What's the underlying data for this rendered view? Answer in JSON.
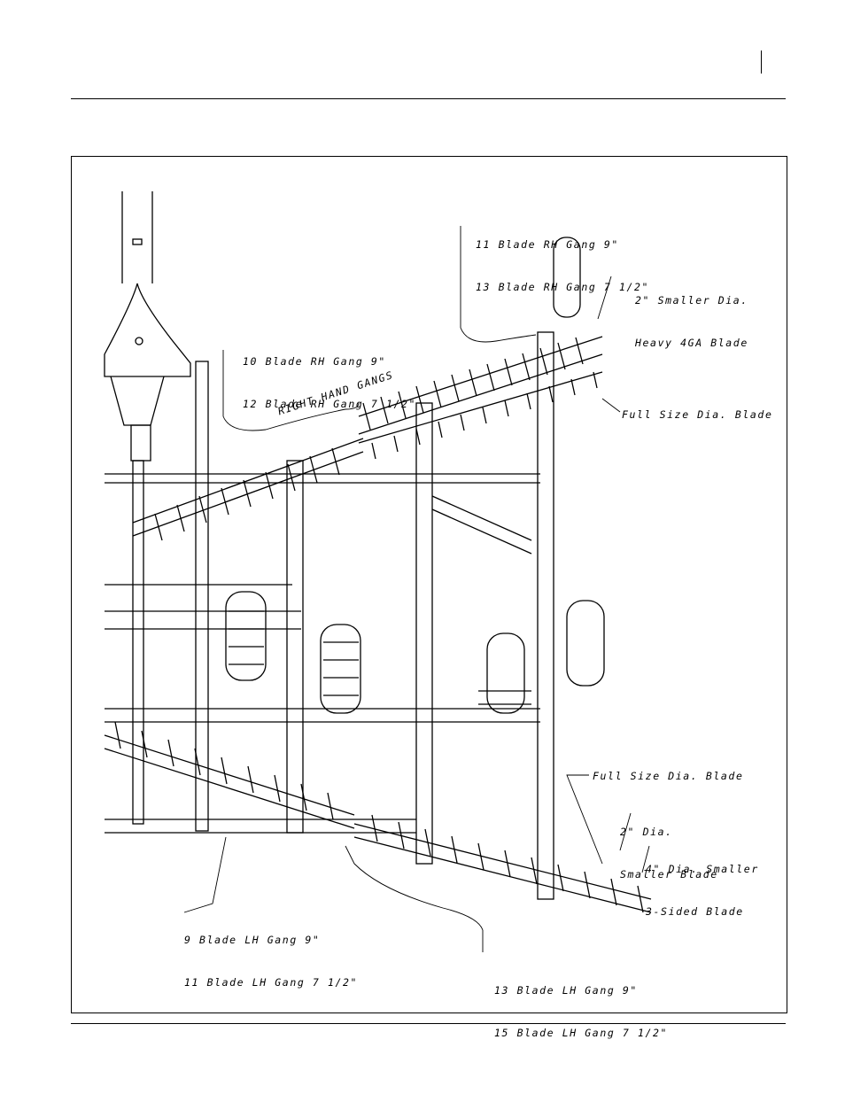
{
  "labels": {
    "rh_11_13": {
      "line1": "11 Blade RH Gang 9\"",
      "line2": "13 Blade RH Gang 7 1/2\""
    },
    "rh_10_12": {
      "line1": "10 Blade RH Gang 9\"",
      "line2": "12 Blade RH Gang 7 1/2\""
    },
    "smaller_heavy": {
      "line1": "2\" Smaller Dia.",
      "line2": "Heavy 4GA Blade"
    },
    "right_hand_gangs": "RIGHT HAND GANGS",
    "full_size_top": "Full Size Dia. Blade",
    "full_size_bottom": "Full Size Dia. Blade",
    "smaller_blade": {
      "line1": "2\" Dia.",
      "line2": "Smaller Blade"
    },
    "three_sided": {
      "line1": "4\" Dia. Smaller",
      "line2": "3-Sided Blade"
    },
    "lh_9_11": {
      "line1": "9 Blade LH Gang 9\"",
      "line2": "11 Blade LH Gang 7 1/2\""
    },
    "lh_13_15": {
      "line1": "13 Blade LH Gang 9\"",
      "line2": "15 Blade LH Gang 7 1/2\""
    }
  }
}
